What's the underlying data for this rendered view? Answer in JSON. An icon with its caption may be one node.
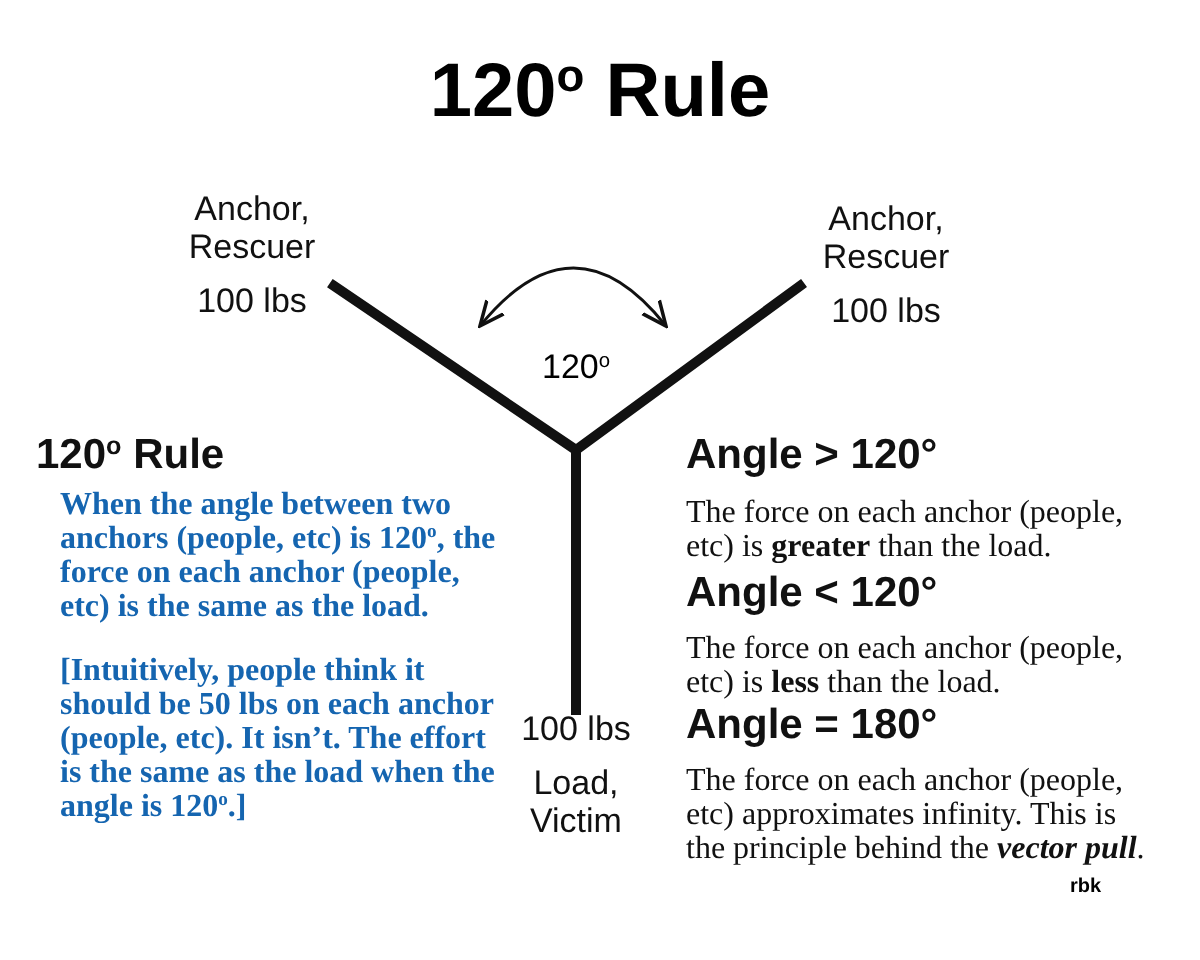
{
  "diagram": {
    "title": "120$^{o}$ Rule",
    "nodes": [
      {
        "text": [
          "Anchor, Rescuer",
          "100 lbs"
        ]
      },
      {
        "text": [
          "Anchor, Rescuer",
          "100 lbs"
        ]
      },
      {
        "text": [
          "100 lbs",
          "Load, Victim"
        ]
      }
    ],
    "edges": [
      {
        "from": 0,
        "to": 2,
        "arrow": "none"
      },
      {
        "from": 1,
        "to": 2,
        "arrow": "none"
      }
    ],
    "labels": [
      "120$^{o}$",
      "120$^{o}$ Rule",
      "When the angle between two anchors (people, etc) is 120$^{o}$, the force on each anchor (people, etc) is the same as the load.",
      "[Intuitively, people think it should be 50 lbs on each anchor (people, etc). It isn’t. The effort is the same as the load when the angle is 120$^{o}$.]",
      "Angle > 120°",
      "The force on each anchor (people, etc) is **greater** than the load.",
      "Angle < 120°",
      "The force on each anchor (people, etc) is **less** than the load.",
      "Angle = 180°",
      "The force on each anchor (people, etc) approximates infinity. This is the principle behind the *vector pull*.",
      "rbk"
    ]
  }
}
